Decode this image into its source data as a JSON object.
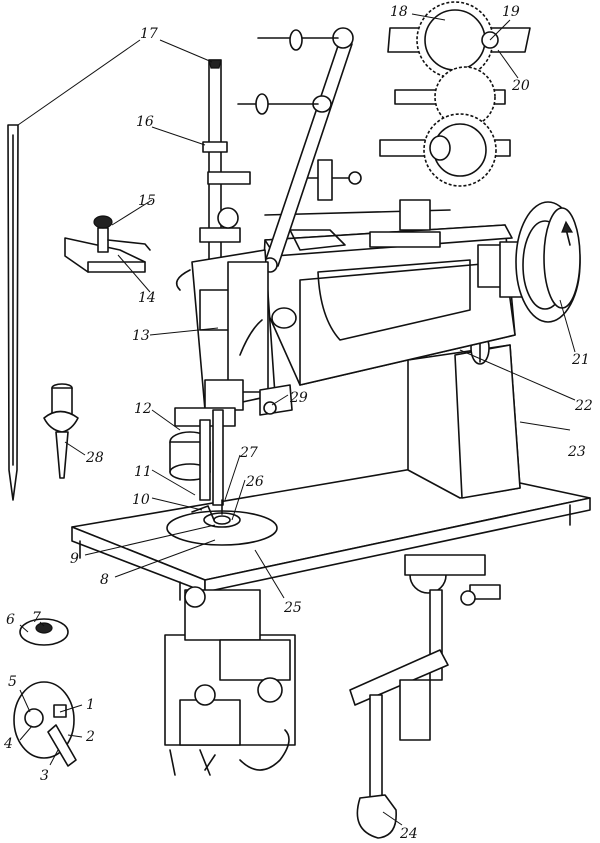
{
  "figure": {
    "kind": "technical line drawing",
    "callouts": [
      "1",
      "2",
      "3",
      "4",
      "5",
      "6",
      "7",
      "8",
      "9",
      "10",
      "11",
      "12",
      "13",
      "14",
      "15",
      "16",
      "17",
      "18",
      "19",
      "20",
      "21",
      "22",
      "23",
      "24",
      "25",
      "26",
      "27",
      "28",
      "29"
    ]
  }
}
